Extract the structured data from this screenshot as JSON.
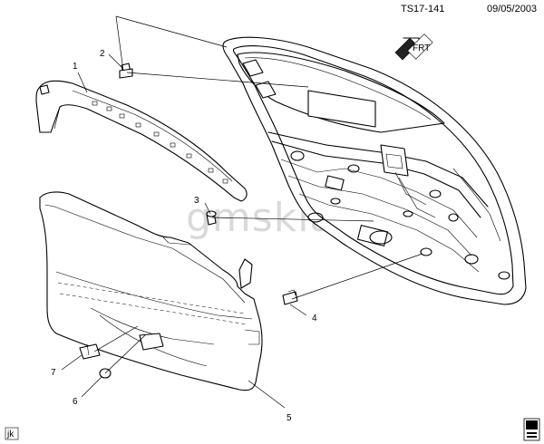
{
  "header": {
    "code": "TS17-141",
    "date": "09/05/2003"
  },
  "watermark": "gmsklad.ru",
  "front_badge": "FRT",
  "corner_code": "jk",
  "callouts": [
    {
      "id": "1",
      "text": "1"
    },
    {
      "id": "2",
      "text": "2"
    },
    {
      "id": "3",
      "text": "3"
    },
    {
      "id": "4",
      "text": "4"
    },
    {
      "id": "5",
      "text": "5"
    },
    {
      "id": "6",
      "text": "6"
    },
    {
      "id": "7",
      "text": "7"
    }
  ],
  "icons": {
    "front-arrow": "front-direction-arrow-icon",
    "book": "manual-book-icon"
  }
}
